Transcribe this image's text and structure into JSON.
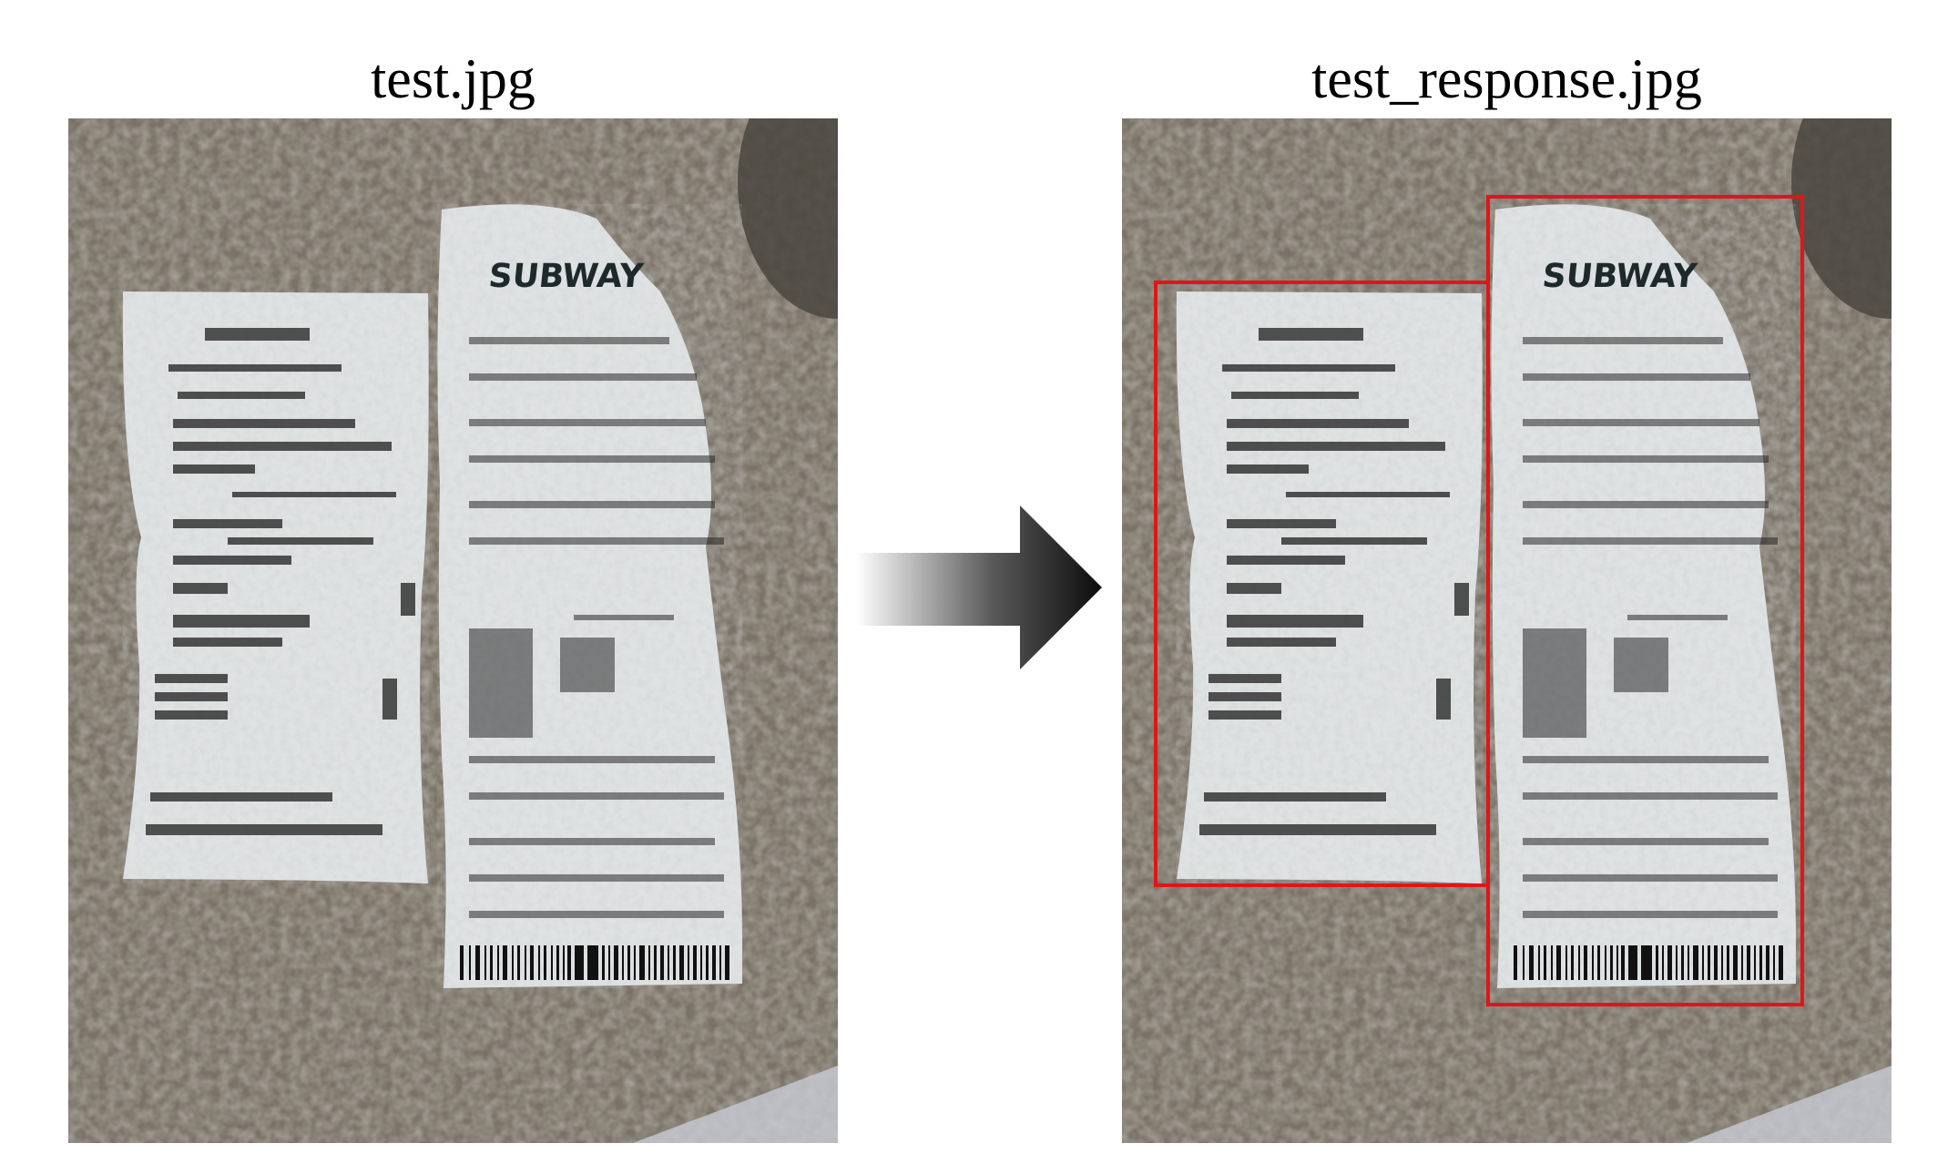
{
  "input_panel": {
    "title": "test.jpg",
    "logo_text": "SUBWAY"
  },
  "output_panel": {
    "title": "test_response.jpg",
    "logo_text": "SUBWAY"
  },
  "colors": {
    "countertop": "#7a7266",
    "receipt_paper": "#dfe2e3",
    "receipt_print": "#2a2a2a",
    "detection_box": "#e01616",
    "arrow_dark": "#111111",
    "arrow_light": "#ffffff"
  },
  "icons": {
    "arrow": "right-arrow-gradient-icon"
  }
}
